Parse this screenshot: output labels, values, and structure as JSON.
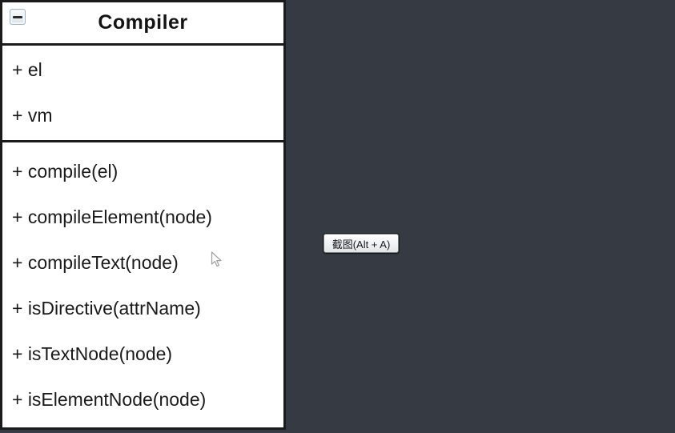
{
  "canvas": {
    "background_color": "#363a43"
  },
  "uml_class": {
    "title": "Compiler",
    "collapse_icon": "minus-box-icon",
    "border_color": "#1b1b1b",
    "fill_color": "#ffffff",
    "attributes": [
      "+ el",
      "+ vm"
    ],
    "methods": [
      "+ compile(el)",
      "+ compileElement(node)",
      "+ compileText(node)",
      "+ isDirective(attrName)",
      "+ isTextNode(node)",
      "+ isElementNode(node)"
    ]
  },
  "tooltip": {
    "label": "截图(Alt + A)"
  },
  "cursor": {
    "icon": "arrow-cursor-icon"
  }
}
